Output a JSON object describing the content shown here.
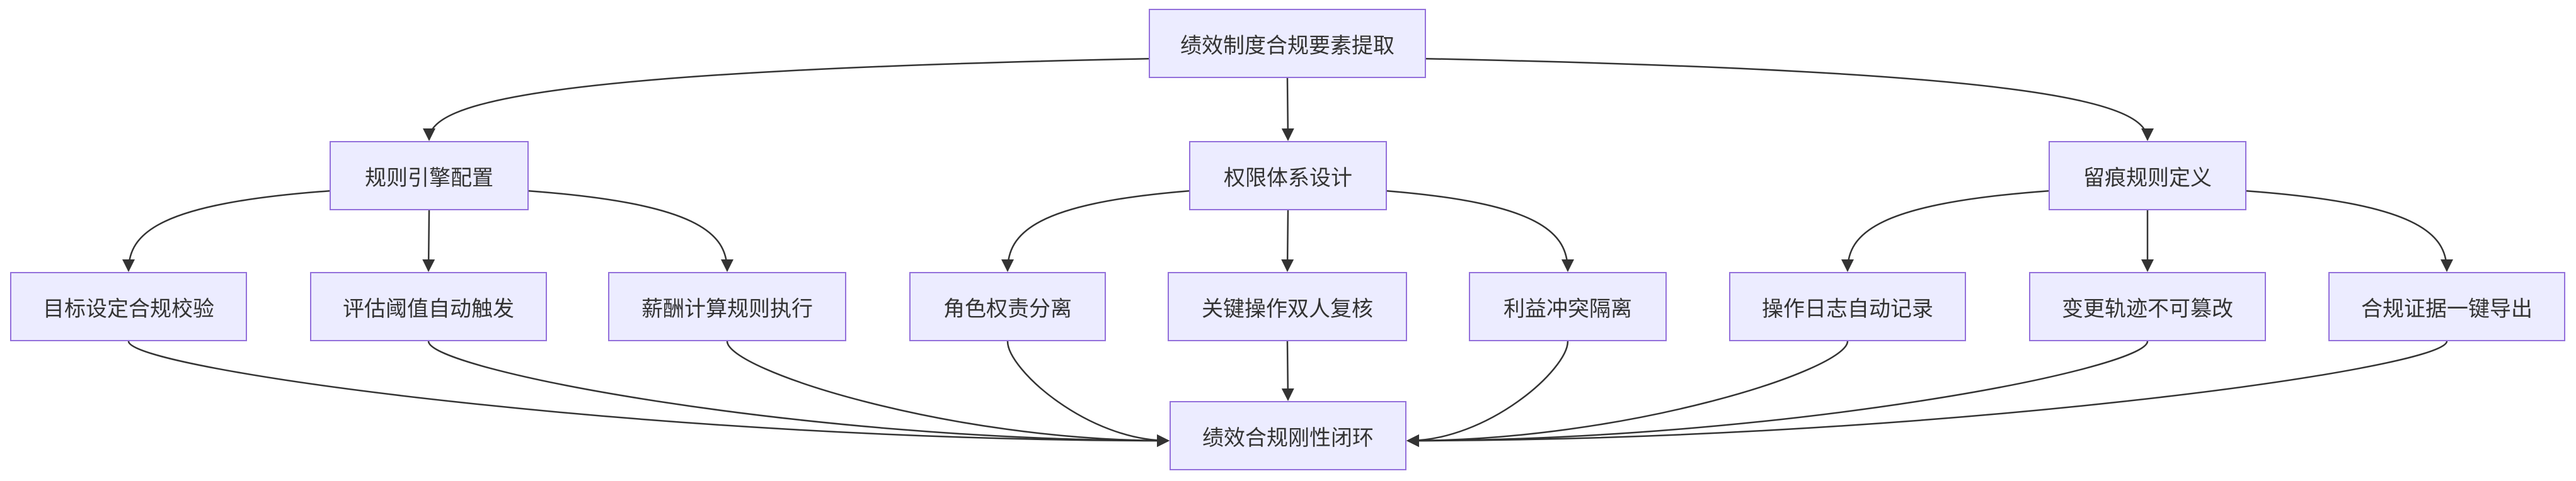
{
  "diagram": {
    "line_color": "#333333",
    "node_fill": "#ececff",
    "node_border": "#9370db",
    "nodes": {
      "root": "绩效制度合规要素提取",
      "rules": "规则引擎配置",
      "perm": "权限体系设计",
      "trace": "留痕规则定义",
      "goal": "目标设定合规校验",
      "eval": "评估阈值自动触发",
      "pay": "薪酬计算规则执行",
      "role": "角色权责分离",
      "dual": "关键操作双人复核",
      "conflict": "利益冲突隔离",
      "log": "操作日志自动记录",
      "track": "变更轨迹不可篡改",
      "export": "合规证据一键导出",
      "closure": "绩效合规刚性闭环"
    },
    "edges": [
      [
        "root",
        "rules"
      ],
      [
        "root",
        "perm"
      ],
      [
        "root",
        "trace"
      ],
      [
        "rules",
        "goal"
      ],
      [
        "rules",
        "eval"
      ],
      [
        "rules",
        "pay"
      ],
      [
        "perm",
        "role"
      ],
      [
        "perm",
        "dual"
      ],
      [
        "perm",
        "conflict"
      ],
      [
        "trace",
        "log"
      ],
      [
        "trace",
        "track"
      ],
      [
        "trace",
        "export"
      ],
      [
        "goal",
        "closure"
      ],
      [
        "eval",
        "closure"
      ],
      [
        "pay",
        "closure"
      ],
      [
        "role",
        "closure"
      ],
      [
        "dual",
        "closure"
      ],
      [
        "conflict",
        "closure"
      ],
      [
        "log",
        "closure"
      ],
      [
        "track",
        "closure"
      ],
      [
        "export",
        "closure"
      ]
    ]
  }
}
